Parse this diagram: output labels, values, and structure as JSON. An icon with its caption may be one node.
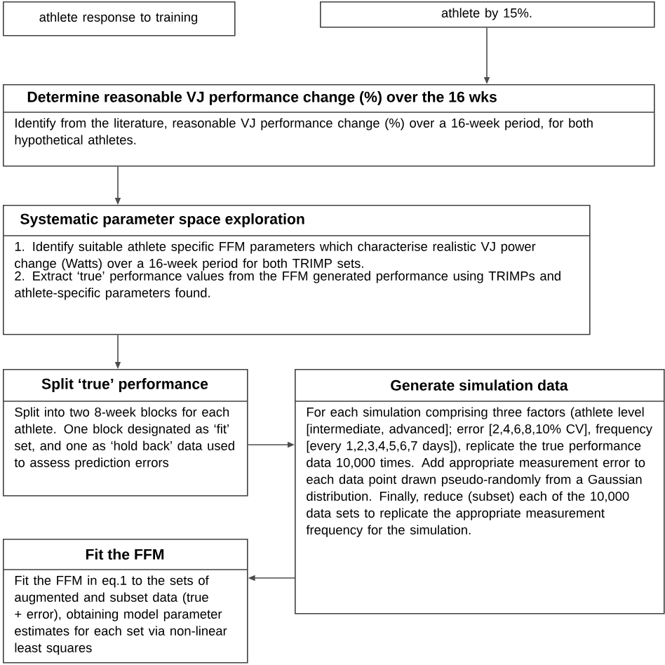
{
  "diagram": {
    "nodes": [
      {
        "text": [
          "athlete response to training"
        ]
      },
      {
        "text": [
          "athlete by 15%."
        ]
      },
      {
        "text": [
          "Determine reasonable VJ performance change (%) over the 16 wks",
          "Identify from the literature, reasonable VJ performance change (%) over a 16-week period, for both hypothetical athletes."
        ]
      },
      {
        "text": [
          "Systematic parameter space exploration",
          "1. Identify suitable athlete specific FFM parameters which characterise realistic VJ power change (Watts) over a 16-week period for both TRIMP sets.",
          "2. Extract ‘true’ performance values from the FFM generated performance using TRIMPs and athlete-specific parameters found."
        ]
      },
      {
        "text": [
          "Split ‘true’ performance",
          "Split into two 8-week blocks for each athlete. One block designated as ‘fit’ set, and one as ‘hold back’ data used to assess prediction errors"
        ]
      },
      {
        "text": [
          "Generate simulation data",
          "For each simulation comprising three factors (athlete level [intermediate, advanced]; error [2,4,6,8,10% CV], frequency [every 1,2,3,4,5,6,7 days]), replicate the true performance data 10,000 times. Add appropriate measurement error to each data point drawn pseudo-randomly from a Gaussian distribution. Finally, reduce (subset) each of the 10,000 data sets to replicate the appropriate measurement frequency for the simulation."
        ]
      },
      {
        "text": [
          "Fit the FFM",
          "Fit the FFM in eq.1 to the sets of augmented and subset data (true + error), obtaining model parameter estimates for each set via non-linear least squares"
        ]
      }
    ],
    "edges": [
      {
        "from": 1,
        "to": 2,
        "arrow": "to"
      },
      {
        "from": 2,
        "to": 3,
        "arrow": "to"
      },
      {
        "from": 3,
        "to": 4,
        "arrow": "to"
      },
      {
        "from": 4,
        "to": 5,
        "arrow": "to"
      },
      {
        "from": 5,
        "to": 6,
        "arrow": "to"
      }
    ]
  }
}
